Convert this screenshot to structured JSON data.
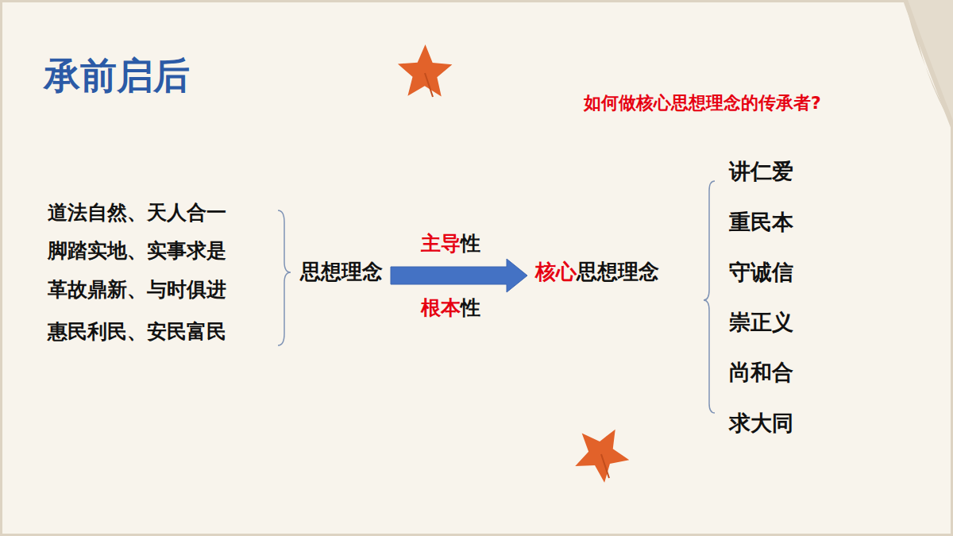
{
  "diagram": {
    "title": "承前启后",
    "nodes": [
      {
        "text": [
          "思想理念"
        ]
      },
      {
        "text": [
          "核心",
          "思想理念"
        ]
      }
    ],
    "edges": [
      {
        "from": 0,
        "to": 1,
        "arrow": "to"
      }
    ],
    "labels": [
      "如何做核心思想理念的传承者?",
      "道法自然、天人合一",
      "脚踏实地、实事求是",
      "革故鼎新、与时俱进",
      "惠民利民、安民富民",
      "主导",
      "性",
      "根本",
      "性",
      "讲仁爱",
      "重民本",
      "守诚信",
      "崇正义",
      "尚和合",
      "求大同"
    ]
  }
}
